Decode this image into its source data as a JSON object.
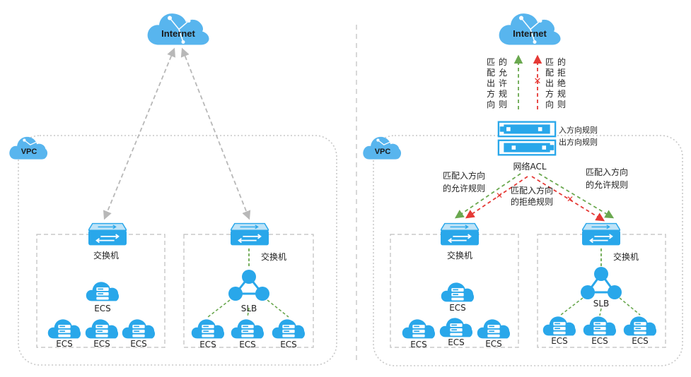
{
  "colors": {
    "cloud": "#58b5ee",
    "node": "#29a7ea",
    "arrow_default": "#b8b8b8",
    "allow": "#6aa84f",
    "deny": "#e53935",
    "border": "#bdbdbd"
  },
  "left": {
    "internet": "Internet",
    "vpc": "VPC",
    "switch_a": "交换机",
    "switch_b": "交换机",
    "ecs_single": "ECS",
    "ecs_a": [
      "ECS",
      "ECS",
      "ECS"
    ],
    "slb": "SLB",
    "ecs_b": [
      "ECS",
      "ECS",
      "ECS"
    ]
  },
  "right": {
    "internet": "Internet",
    "vpc": "VPC",
    "out_allow": [
      "匹",
      "配",
      "出",
      "方",
      "向",
      "的",
      "允",
      "许",
      "规",
      "则"
    ],
    "out_deny": [
      "匹",
      "配",
      "出",
      "方",
      "向",
      "的",
      "拒",
      "绝",
      "规",
      "则"
    ],
    "acl_in": "入方向规则",
    "acl_out": "出方向规则",
    "acl_name": "网络ACL",
    "in_allow_left": [
      "匹配入方向",
      "的允许规则"
    ],
    "in_deny_mid": [
      "匹配入方向",
      "的拒绝规则"
    ],
    "in_allow_right": [
      "匹配入方向",
      "的允许规则"
    ],
    "switch_a": "交换机",
    "switch_b": "交换机",
    "ecs_single": "ECS",
    "ecs_a": [
      "ECS",
      "ECS",
      "ECS"
    ],
    "slb": "SLB",
    "ecs_b": [
      "ECS",
      "ECS",
      "ECS"
    ]
  }
}
